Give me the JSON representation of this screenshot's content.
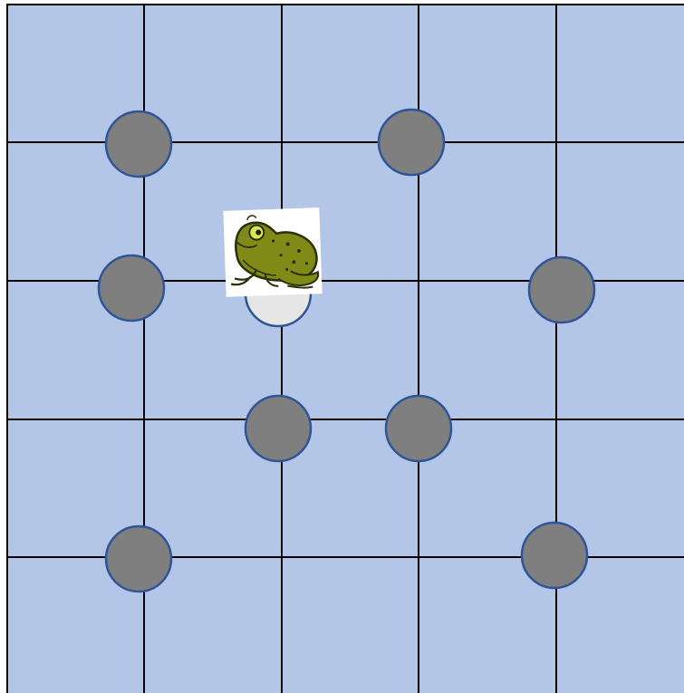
{
  "board": {
    "rows": 5,
    "cols": 5,
    "cell_color": "#b4c6e7",
    "line_color": "#000000"
  },
  "pieces": {
    "stone_color": "#7f7f7f",
    "stone_outline_color": "#2f5597",
    "empty_color": "#e6e6e6",
    "stones": [
      {
        "row": 1,
        "col": 1
      },
      {
        "row": 1,
        "col": 3
      },
      {
        "row": 2,
        "col": 1
      },
      {
        "row": 2,
        "col": 4
      },
      {
        "row": 3,
        "col": 2
      },
      {
        "row": 3,
        "col": 3
      },
      {
        "row": 4,
        "col": 1
      },
      {
        "row": 4,
        "col": 4
      }
    ],
    "empty_spot": {
      "row": 2,
      "col": 2
    }
  },
  "frog": {
    "icon": "frog-icon",
    "at": {
      "row": 2,
      "col": 2
    },
    "body_color": "#7f8a17",
    "outline_color": "#2b2f06"
  }
}
